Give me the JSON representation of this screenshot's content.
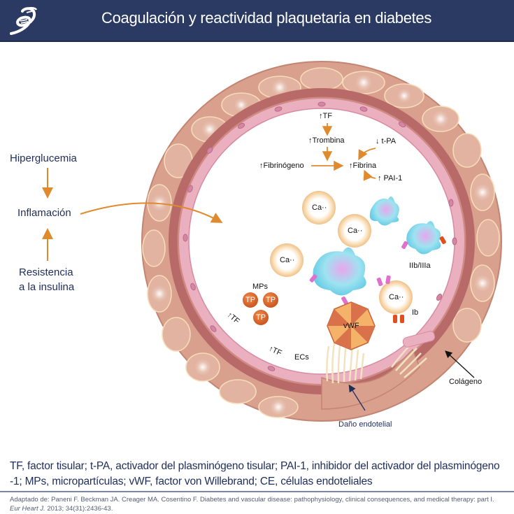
{
  "header": {
    "logo_icon": "society-logo-icon",
    "title": "Coagulación y reactividad plaquetaria en diabetes"
  },
  "colors": {
    "header_bg": "#2b3a63",
    "arrow_orange": "#e08a2e",
    "text_navy": "#1f2d5a",
    "vessel_outer": "#d9a08c",
    "vessel_media": "#b56b6b",
    "endothelium": "#e8a6b6",
    "mp_orange": "#d9612a",
    "platelet_cyan": "#7fd8ea",
    "receptor_pink": "#e070d0",
    "receptor_red": "#e0501e"
  },
  "left_flow": {
    "hiperglucemia": "Hiperglucemia",
    "inflamacion": "Inflamación",
    "resistencia_line1": "Resistencia",
    "resistencia_line2": "a la insulina"
  },
  "cascade": {
    "tf": "↑TF",
    "trombina": "↑Trombina",
    "fibrinogeno": "↑Fibrinógeno",
    "fibrina": "↑Fibrina",
    "tpa": "↓ t-PA",
    "pai1": "↑ PAI-1"
  },
  "lumen": {
    "calcium_labels": [
      "Ca··",
      "Ca··",
      "Ca··",
      "Ca··"
    ],
    "mps_label": "MPs",
    "tp_labels": [
      "TP",
      "TP",
      "TP"
    ],
    "vwf_label": "vWF",
    "iib_iiia_label": "IIb/IIIa",
    "ib_label": "Ib",
    "tf_wall_1": "↑TF",
    "tf_wall_2": "↑TF",
    "ecs_label": "ECs"
  },
  "annotations": {
    "colageno": "Colágeno",
    "dano_endotelial": "Daño endotelial"
  },
  "legend": {
    "text": "TF, factor tisular; t-PA, activador del plasminógeno tisular; PAI-1, inhibidor del activador del plasminógeno -1; MPs, micropartículas; vWF, factor von Willebrand; CE, células endoteliales"
  },
  "source": {
    "prefix": "Adaptado de: Paneni F. Beckman JA. Creager MA. Cosentino F. Diabetes and vascular disease: pathophysiology, clinical consequences, and medical therapy: part I. ",
    "journal": "Eur Heart J.",
    "suffix": " 2013; 34(31):2436-43."
  }
}
